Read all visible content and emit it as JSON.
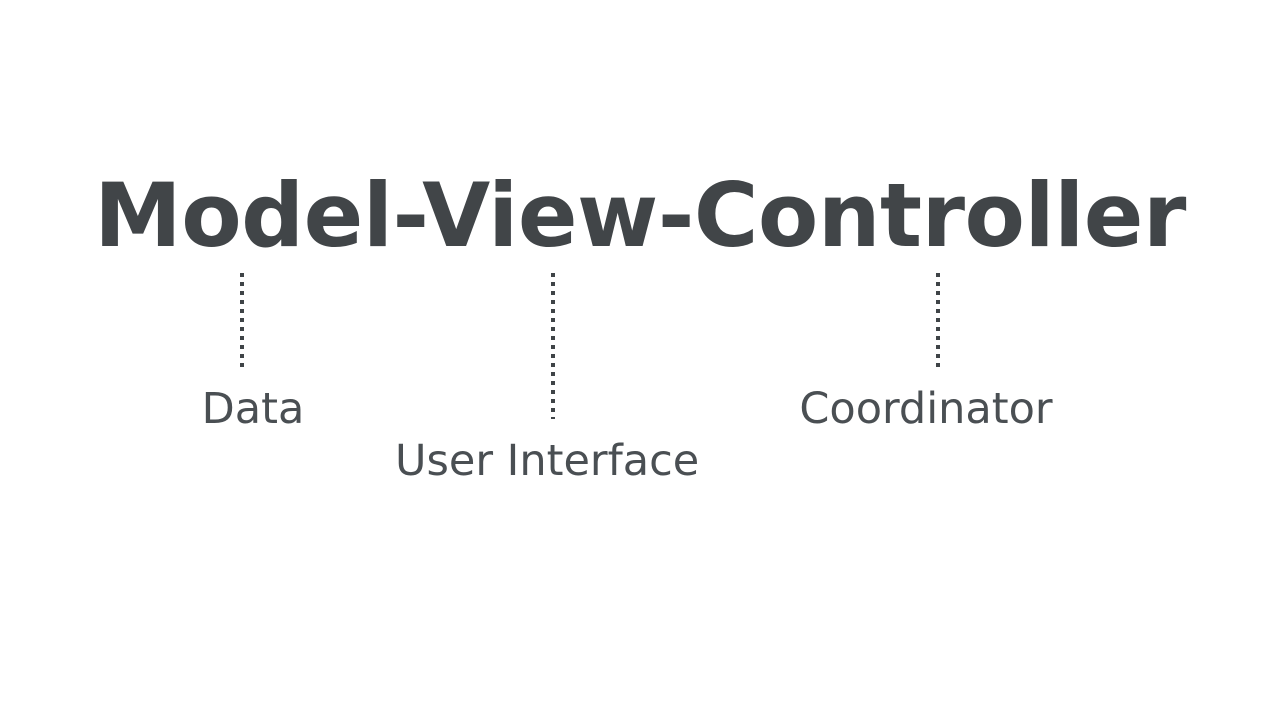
{
  "slide": {
    "background_color": "#ffffff",
    "title": {
      "text": "Model-View-Controller",
      "color": "#414548"
    },
    "annotations": [
      {
        "id": "model",
        "label": "Data",
        "term": "Model",
        "leader_color": "#3f4447",
        "label_color": "#4a4f53"
      },
      {
        "id": "view",
        "label": "User Interface",
        "term": "View",
        "leader_color": "#3f4447",
        "label_color": "#4a4f53"
      },
      {
        "id": "controller",
        "label": "Coordinator",
        "term": "Controller",
        "leader_color": "#3f4447",
        "label_color": "#4a4f53"
      }
    ]
  }
}
